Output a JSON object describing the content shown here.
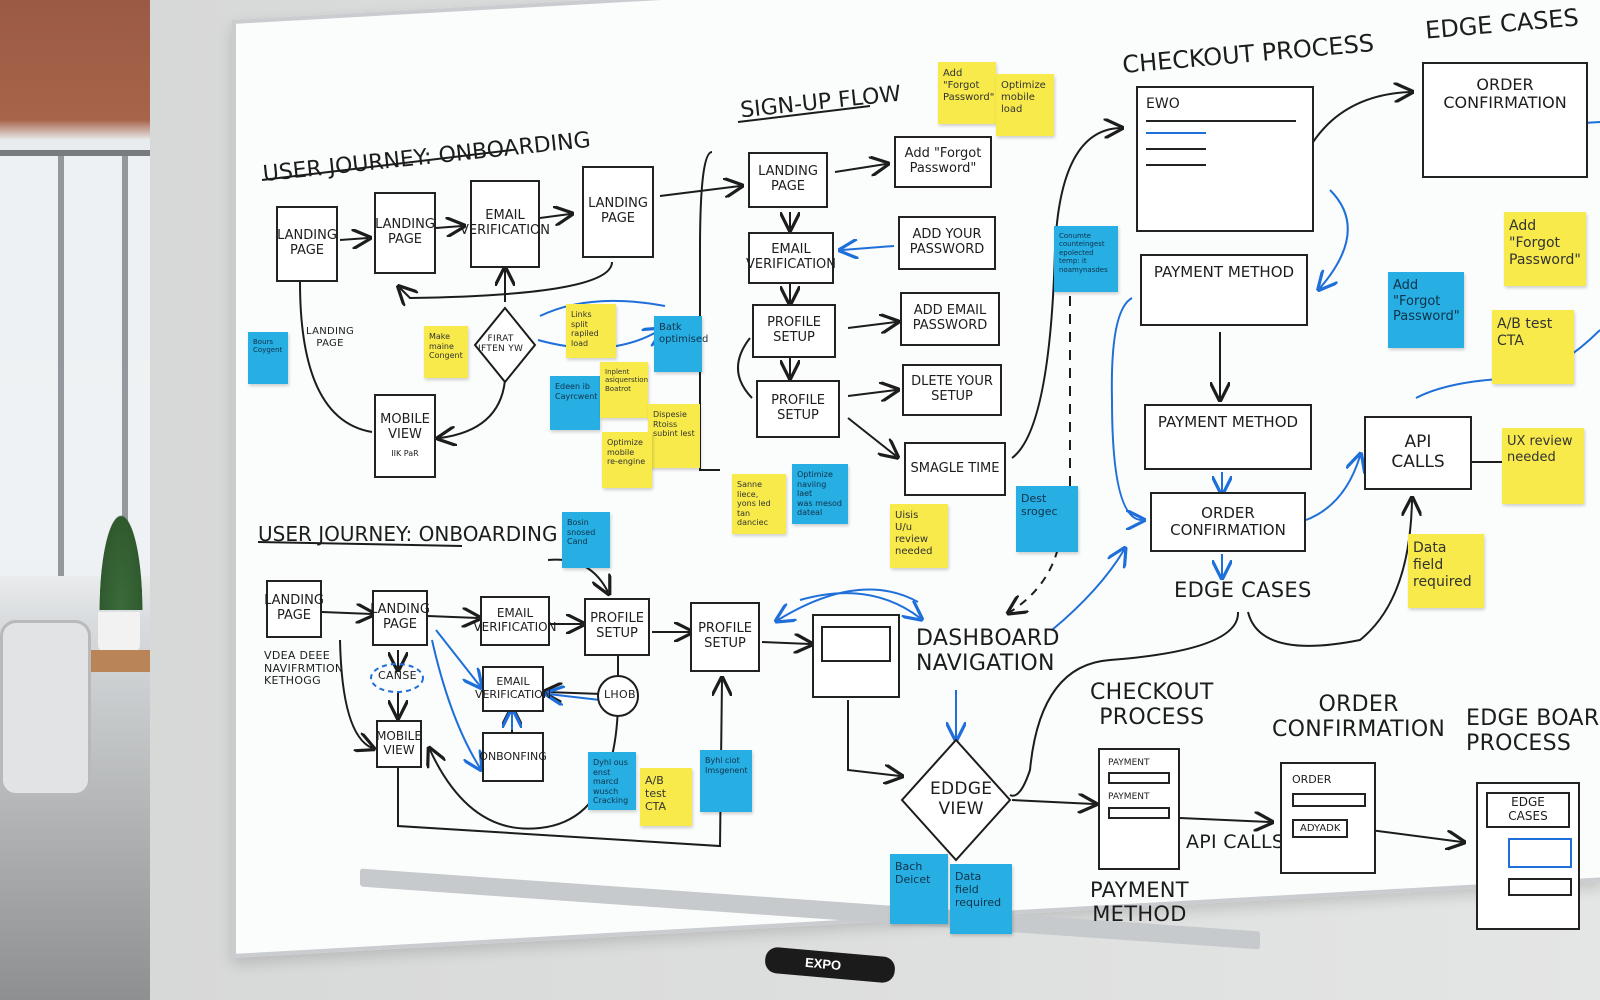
{
  "colors": {
    "board": "#fbfcfc",
    "ink": "#1c1c1c",
    "blue_ink": "#1e6fd9",
    "sticky_yellow": "#f7ea4a",
    "sticky_blue": "#27aee2"
  },
  "marker": {
    "brand": "EXPO"
  },
  "titles": {
    "top_left": "USER JOURNEY: ONBOARDING",
    "bottom_left": "USER JOURNEY: ONBOARDING",
    "signup": "SIGN-UP FLOW",
    "checkout": "CHECKOUT PROCESS",
    "edge_cases": "EDGE CASES",
    "dashboard": "DASHBOARD\nNAVIGATION",
    "checkout_lower": "CHECKOUT\nPROCESS",
    "order_conf_lower": "ORDER\nCONFIRMATION",
    "edge_board": "EDGE BOAR\nPROCESS",
    "edge_cases_mid": "EDGE CASES",
    "payment_method_lower": "PAYMENT\nMETHOD",
    "api_calls_lower": "API CALLS"
  },
  "top_flow": {
    "landing1": "LANDING\nPAGE",
    "landing2": "LANDING\nPAGE",
    "email": "EMAIL\nVERIFICATION",
    "landing3": "LANDING\nPAGE",
    "mobile": "MOBILE\nVIEW",
    "mobile_sub": "IIK   PaR",
    "diamond": "FIRAT\nIFTEN YW",
    "landing_label": "LANDING\nPAGE"
  },
  "signup_flow": {
    "landing": "LANDING\nPAGE",
    "email": "EMAIL\nVERIFICATION",
    "profile1": "PROFILE\nSETUP",
    "profile2": "PROFILE\nSETUP",
    "forgot": "Add \"Forgot\nPassword\"",
    "add_pw": "ADD YOUR\nPASSWORD",
    "add_email": "ADD EMAIL\nPASSWORD",
    "delete": "DLETE YOUR\nSETUP",
    "smagle": "SMAGLE TIME"
  },
  "checkout": {
    "window_title": "EWO",
    "payment1": "PAYMENT METHOD",
    "payment2": "PAYMENT METHOD",
    "order_conf": "ORDER\nCONFIRMATION",
    "api": "API\nCALLS",
    "order_conf_top": "ORDER\nCONFIRMATION"
  },
  "bottom_flow": {
    "landing1": "LANDING\nPAGE",
    "landing2": "LANDING\nPAGE",
    "email1": "EMAIL\nVERIFICATION",
    "profile1": "PROFILE\nSETUP",
    "profile2": "PROFILE\nSETUP",
    "email2": "EMAIL\nVERIFICATION",
    "cainse": "CANSE",
    "lhob": "LHOB",
    "onbonfing": "ONBONFING",
    "mobile": "MOBILE\nVIEW",
    "side_text": "VDEA DEEE\nNAVIFRMTION\nKETHOGG",
    "eddge": "EDDGE\nVIEW",
    "payment_card": "PAYMENT",
    "payment_card2": "PAYMENT",
    "order_card": "ORDER",
    "order_btn": "ADYADK",
    "edge_card": "EDGE CASES"
  },
  "stickies": [
    {
      "text": "Add\n\"Forgot\nPassword\"",
      "color": "yellow"
    },
    {
      "text": "Optimize\nmobile\nload",
      "color": "yellow"
    },
    {
      "text": "Make\nmaine\nCongent",
      "color": "yellow"
    },
    {
      "text": "Links\nsplit rapiled\nload",
      "color": "yellow"
    },
    {
      "text": "Batk\noptimised",
      "color": "blue"
    },
    {
      "text": "Edeen ib\nCayrcwent",
      "color": "blue"
    },
    {
      "text": "Inplent\nasiquerstion\nBoatrot",
      "color": "yellow"
    },
    {
      "text": "Dispesie\nRtoiss\nsubint lest",
      "color": "yellow"
    },
    {
      "text": "Optimize\nmobile\nre-engine",
      "color": "yellow"
    },
    {
      "text": "Sanne liece,\nyons led\ntan danciec",
      "color": "yellow"
    },
    {
      "text": "Optimize\nnaviing laet\nwas mesod\ndateal",
      "color": "blue"
    },
    {
      "text": "Uisis\nU/u review\nneeded",
      "color": "yellow"
    },
    {
      "text": "Conumte\ncounteingest\nepolected\ntemp: it\nnoamynasdes",
      "color": "blue"
    },
    {
      "text": "Dest\nsrogec",
      "color": "blue"
    },
    {
      "text": "Bosin\nsnosed\nCand",
      "color": "blue"
    },
    {
      "text": "Dyhl ous\nenst marcd\nwusch\nCracking",
      "color": "blue"
    },
    {
      "text": "A/B test\nCTA",
      "color": "yellow"
    },
    {
      "text": "Byhl ciot\nImsgenent",
      "color": "blue"
    },
    {
      "text": "Add\n\"Forgot\nPassword\"",
      "color": "yellow"
    },
    {
      "text": "Add\n\"Forgot\nPassword\"",
      "color": "blue"
    },
    {
      "text": "A/B test\nCTA",
      "color": "yellow"
    },
    {
      "text": "UX review\nneeded",
      "color": "yellow"
    },
    {
      "text": "Data\nfield\nrequired",
      "color": "yellow"
    },
    {
      "text": "Bach\nDeicet",
      "color": "blue"
    },
    {
      "text": "Data field\nrequired",
      "color": "blue"
    },
    {
      "text": "Bours\nCoygent",
      "color": "blue"
    }
  ]
}
